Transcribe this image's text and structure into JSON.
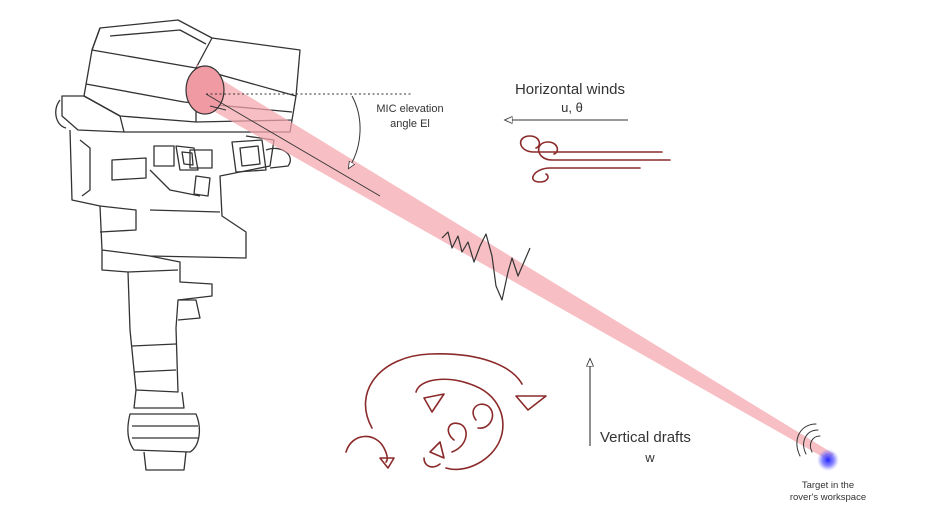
{
  "labels": {
    "elevation_line1": "MIC elevation",
    "elevation_line2": "angle El",
    "horizontal_title": "Horizontal winds",
    "horizontal_symbols": "u, θ",
    "vertical_title": "Vertical drafts",
    "vertical_symbol": "w",
    "target_line1": "Target in the",
    "target_line2": "rover's workspace"
  },
  "colors": {
    "outline": "#333333",
    "beam": "#f0a0a8",
    "wind": "#8b2a2a",
    "target": "#3a3aff"
  }
}
